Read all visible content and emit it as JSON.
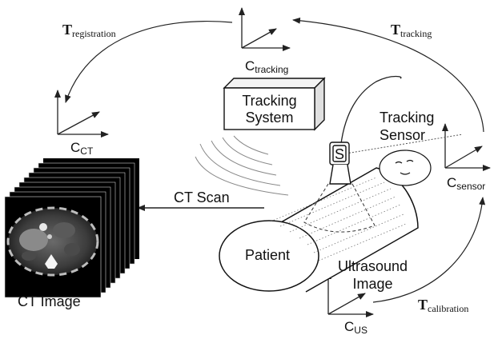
{
  "frames": {
    "tracking": {
      "main": "C",
      "sub": "tracking"
    },
    "ct": {
      "main": "C",
      "sub": "CT"
    },
    "sensor": {
      "main": "C",
      "sub": "sensor"
    },
    "us": {
      "main": "C",
      "sub": "US"
    }
  },
  "transforms": {
    "registration": {
      "main": "T",
      "sub": "registration"
    },
    "tracking": {
      "main": "T",
      "sub": "tracking"
    },
    "calibration": {
      "main": "T",
      "sub": "calibration"
    }
  },
  "labels": {
    "tracking_system_line1": "Tracking",
    "tracking_system_line2": "System",
    "tracking_sensor_line1": "Tracking",
    "tracking_sensor_line2": "Sensor",
    "sensor_letter": "S",
    "ct_scan": "CT  Scan",
    "patient": "Patient",
    "ultrasound_line1": "Ultrasound",
    "ultrasound_line2": "Image",
    "ct_image": "CT Image"
  }
}
